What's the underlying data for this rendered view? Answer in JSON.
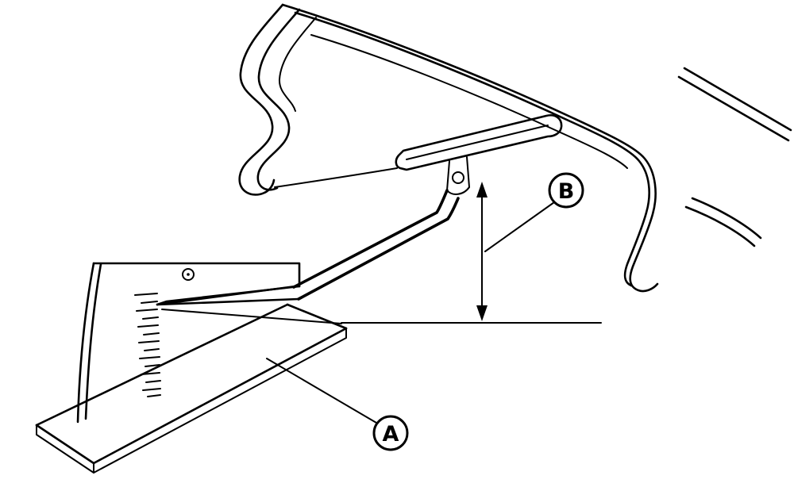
{
  "figure": {
    "type": "technical-line-illustration",
    "description": "Clearance measurement diagram: gauge tool (A) on base measuring height (B) from reference line up to a bracket under a vehicle body panel",
    "background_color": "#ffffff",
    "line_color": "#000000",
    "callouts": {
      "a": {
        "label": "A"
      },
      "b": {
        "label": "B"
      }
    }
  }
}
